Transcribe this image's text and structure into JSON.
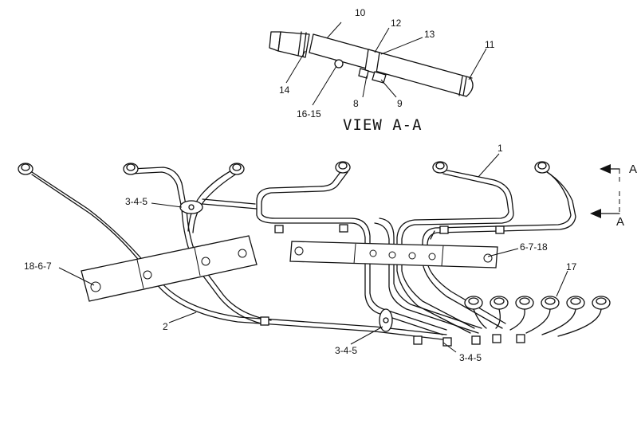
{
  "view_title": "VIEW A-A",
  "section_marker": "A",
  "callouts": {
    "c1": "1",
    "c2": "2",
    "c8": "8",
    "c9": "9",
    "c10": "10",
    "c11": "11",
    "c12": "12",
    "c13": "13",
    "c14": "14",
    "c16_15": "16-15",
    "c17": "17",
    "c3_4_5_top": "3-4-5",
    "c3_4_5_mid": "3-4-5",
    "c3_4_5_bot": "3-4-5",
    "c18_6_7": "18-6-7",
    "c6_7_18": "6-7-18"
  }
}
